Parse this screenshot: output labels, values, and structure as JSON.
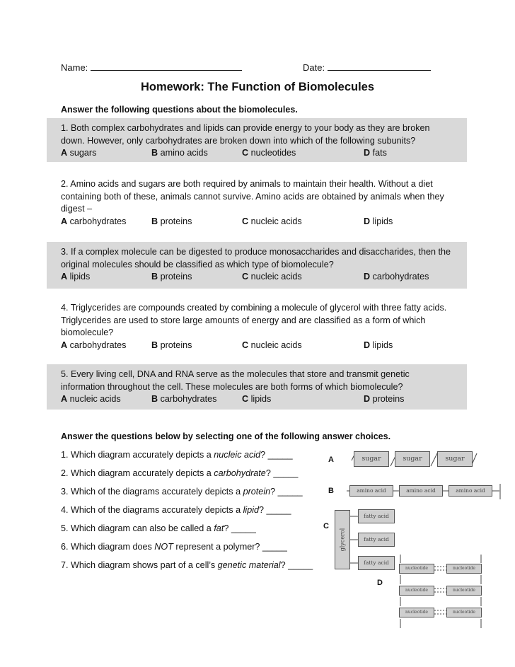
{
  "header": {
    "name_label": "Name:",
    "date_label": "Date:"
  },
  "title": "Homework: The Function of Biomolecules",
  "instructions1": "Answer the following questions about the biomolecules.",
  "questions": [
    {
      "text": "1. Both complex carbohydrates and lipids can provide energy to your body as they are broken down.  However, only carbohydrates are broken down into which of the following subunits?",
      "choices": [
        {
          "letter": "A",
          "text": "sugars"
        },
        {
          "letter": "B",
          "text": "amino acids"
        },
        {
          "letter": "C",
          "text": "nucleotides"
        },
        {
          "letter": "D",
          "text": "fats"
        }
      ]
    },
    {
      "text": "2. Amino acids and sugars are both required by animals to maintain their health.  Without a diet containing both of these, animals cannot survive.  Amino acids are obtained by animals when they digest –",
      "choices": [
        {
          "letter": "A",
          "text": "carbohydrates"
        },
        {
          "letter": "B",
          "text": "proteins"
        },
        {
          "letter": "C",
          "text": "nucleic acids"
        },
        {
          "letter": "D",
          "text": "lipids"
        }
      ]
    },
    {
      "text": "3.  If a complex molecule can be digested to produce monosaccharides and disaccharides, then the original molecules should be classified as which type of biomolecule?",
      "choices": [
        {
          "letter": "A",
          "text": "lipids"
        },
        {
          "letter": "B",
          "text": "proteins"
        },
        {
          "letter": "C",
          "text": "nucleic acids"
        },
        {
          "letter": "D",
          "text": "carbohydrates"
        }
      ]
    },
    {
      "text": "4. Triglycerides are compounds created by combining a molecule of glycerol with three fatty acids.  Triglycerides are used to store large amounts of energy and are classified as a form of which biomolecule?",
      "choices": [
        {
          "letter": "A",
          "text": "carbohydrates"
        },
        {
          "letter": "B",
          "text": "proteins"
        },
        {
          "letter": "C",
          "text": "nucleic acids"
        },
        {
          "letter": "D",
          "text": "lipids"
        }
      ]
    },
    {
      "text": "5. Every living cell, DNA and RNA serve as the molecules that store and transmit genetic information throughout the cell.  These molecules are both forms of which biomolecule?",
      "choices": [
        {
          "letter": "A",
          "text": "nucleic acids"
        },
        {
          "letter": "B",
          "text": "carbohydrates"
        },
        {
          "letter": "C",
          "text": "lipids"
        },
        {
          "letter": "D",
          "text": "proteins"
        }
      ]
    }
  ],
  "instructions2": "Answer the questions below by selecting one of the following answer choices.",
  "short_questions": [
    {
      "pre": "1. Which diagram accurately depicts a ",
      "em": "nucleic acid",
      "post": "? _____"
    },
    {
      "pre": "2. Which diagram accurately depicts a ",
      "em": "carbohydrate",
      "post": "? _____"
    },
    {
      "pre": "3. Which of the diagrams accurately depicts a ",
      "em": "protein",
      "post": "? _____"
    },
    {
      "pre": "4. Which of the diagrams accurately depicts a ",
      "em": "lipid",
      "post": "? _____"
    },
    {
      "pre": "5. Which diagram can also be called a ",
      "em": "fat",
      "post": "? _____"
    },
    {
      "pre": "6. Which diagram does ",
      "em": "NOT",
      "post": " represent a polymer? _____"
    },
    {
      "pre": "7. Which diagram shows part of a cell’s ",
      "em": "genetic material",
      "post": "? _____"
    }
  ],
  "diagrams": {
    "A": {
      "letter": "A",
      "units": [
        "sugar",
        "sugar",
        "sugar"
      ]
    },
    "B": {
      "letter": "B",
      "units": [
        "amino acid",
        "amino acid",
        "amino acid"
      ]
    },
    "C": {
      "letter": "C",
      "core": "glycerol",
      "units": [
        "fatty acid",
        "fatty acid",
        "fatty acid"
      ]
    },
    "D": {
      "letter": "D",
      "pairs": [
        [
          "nucleotide",
          "nucleotide"
        ],
        [
          "nucleotide",
          "nucleotide"
        ],
        [
          "nucleotide",
          "nucleotide"
        ]
      ]
    }
  }
}
